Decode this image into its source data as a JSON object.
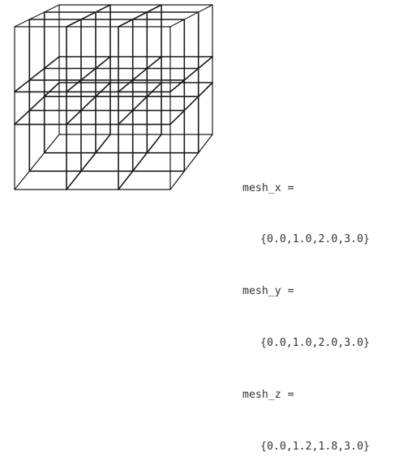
{
  "mesh": {
    "x_values": [
      0.0,
      1.0,
      2.0,
      3.0
    ],
    "y_values": [
      0.0,
      1.0,
      2.0,
      3.0
    ],
    "z_values": [
      0.0,
      1.2,
      1.8,
      3.0
    ],
    "line_color": "#1a1a1a"
  },
  "code": {
    "x_label": "mesh_x =",
    "x_value": "{0.0,1.0,2.0,3.0}",
    "y_label": "mesh_y =",
    "y_value": "{0.0,1.0,2.0,3.0}",
    "z_label": "mesh_z =",
    "z_value": "{0.0,1.2,1.8,3.0}"
  }
}
